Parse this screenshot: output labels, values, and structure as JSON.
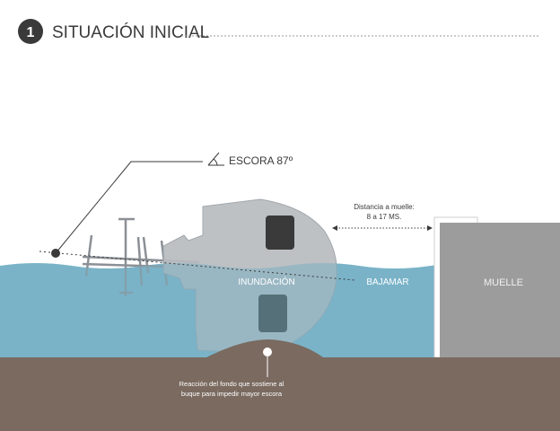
{
  "header": {
    "step_number": "1",
    "title": "SITUACIÓN INICIAL"
  },
  "labels": {
    "heel": "ESCORA 87º",
    "distance_line1": "Distancia a muelle:",
    "distance_line2": "8 a 17 MS.",
    "flooding": "INUNDACIÓN",
    "low_tide": "BAJAMAR",
    "dock": "MUELLE",
    "reaction_line1": "Reacción del fondo que sostiene al",
    "reaction_line2": "buque para impedir mayor escora"
  },
  "colors": {
    "water": "#7bb3c8",
    "seabed": "#7a6a60",
    "ship": "#b8bcc0",
    "dock": "#9c9c9c",
    "dark": "#3a3a3a"
  },
  "icons": {
    "heel": "angle-icon"
  }
}
